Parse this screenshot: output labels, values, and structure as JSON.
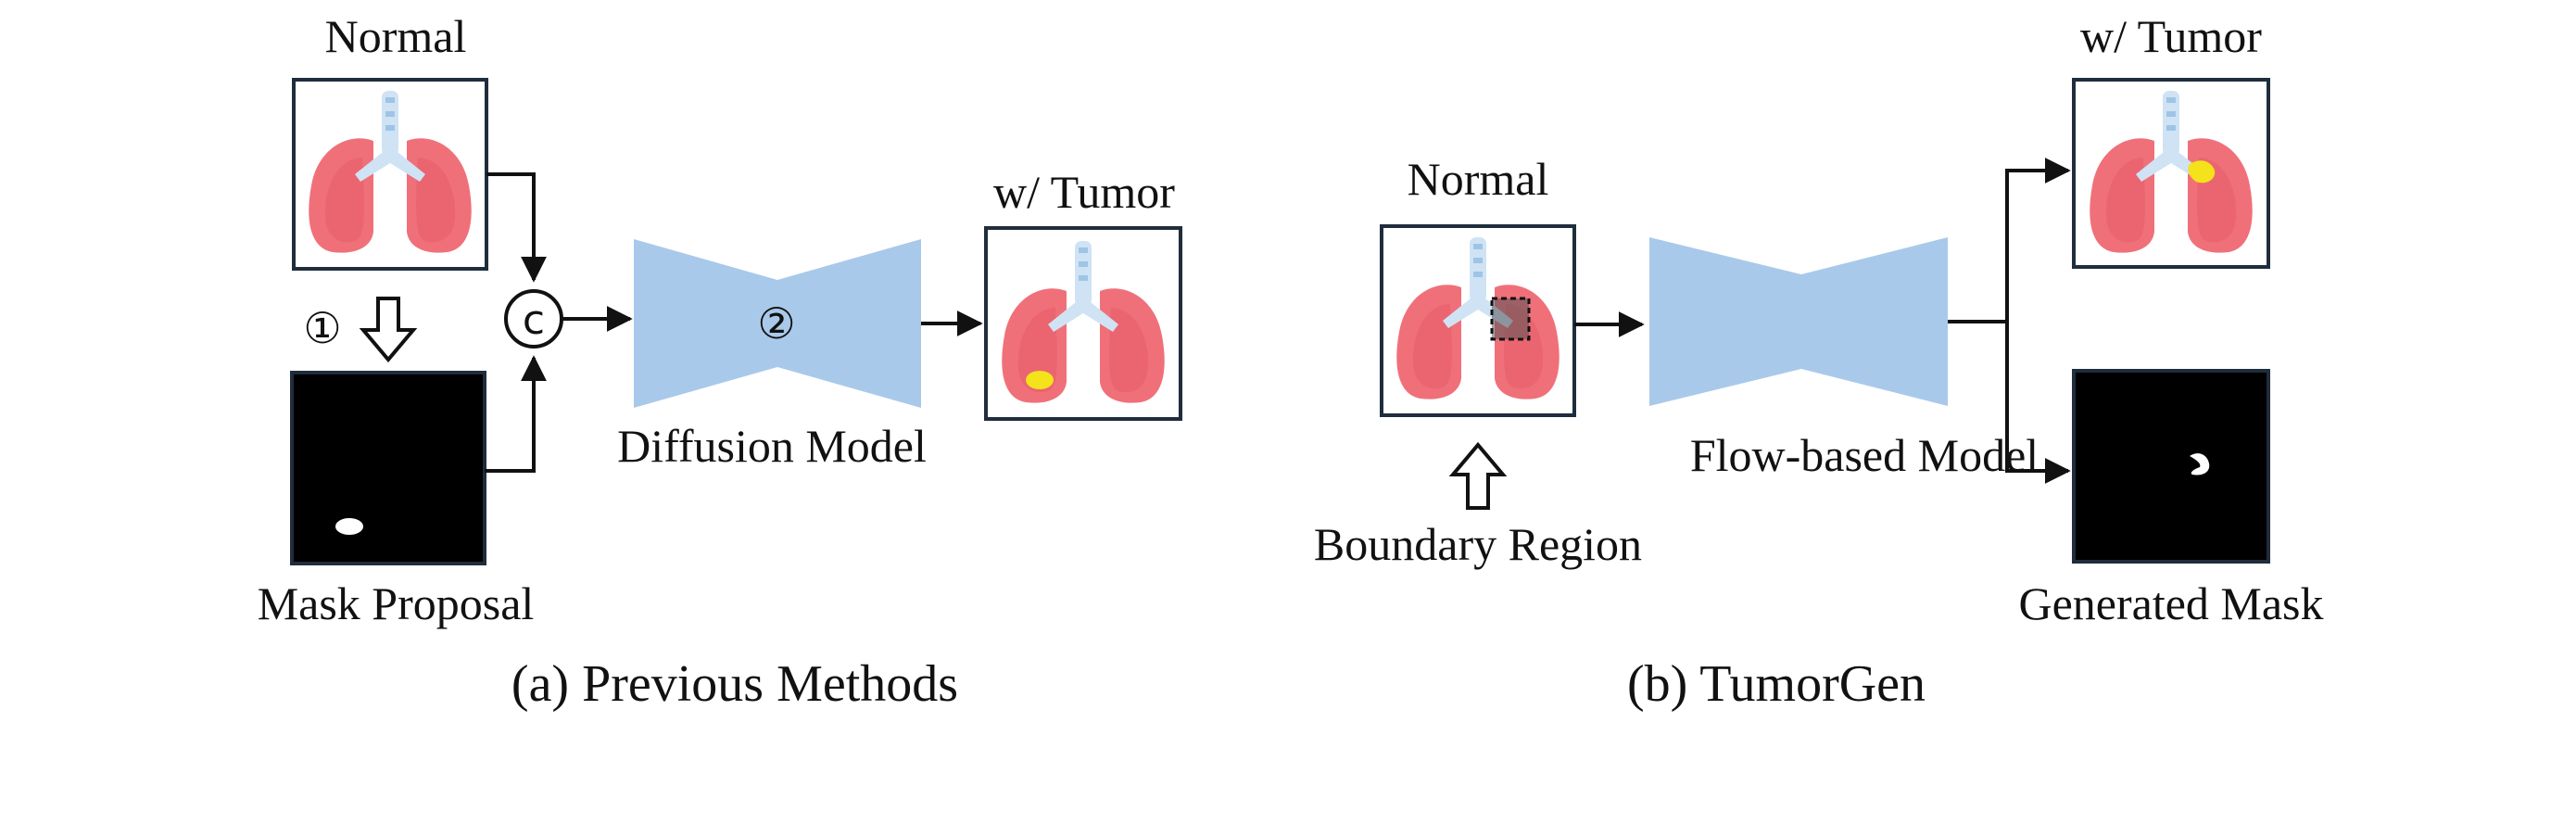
{
  "panel_a": {
    "caption": "(a) Previous Methods",
    "input_label": "Normal",
    "mask_label": "Mask Proposal",
    "step1": "①",
    "step2": "②",
    "concat_symbol": "c",
    "model_label": "Diffusion Model",
    "output_label": "w/ Tumor"
  },
  "panel_b": {
    "caption": "(b) TumorGen",
    "input_label": "Normal",
    "boundary_label": "Boundary Region",
    "model_label": "Flow-based Model",
    "output_label": "w/ Tumor",
    "mask_label": "Generated Mask"
  },
  "colors": {
    "model_fill": "#a9c9ea",
    "lung": "#f0707a",
    "lung_dark": "#e0545f",
    "trachea": "#cfe3f5",
    "tumor": "#f4e21a",
    "mask_bg": "#000000",
    "mask_fg": "#ffffff"
  },
  "icons": {
    "lung": "lungs-icon",
    "arrow_down": "hollow-down-arrow-icon",
    "arrow_up": "hollow-up-arrow-icon",
    "concat": "circled-c-icon"
  }
}
